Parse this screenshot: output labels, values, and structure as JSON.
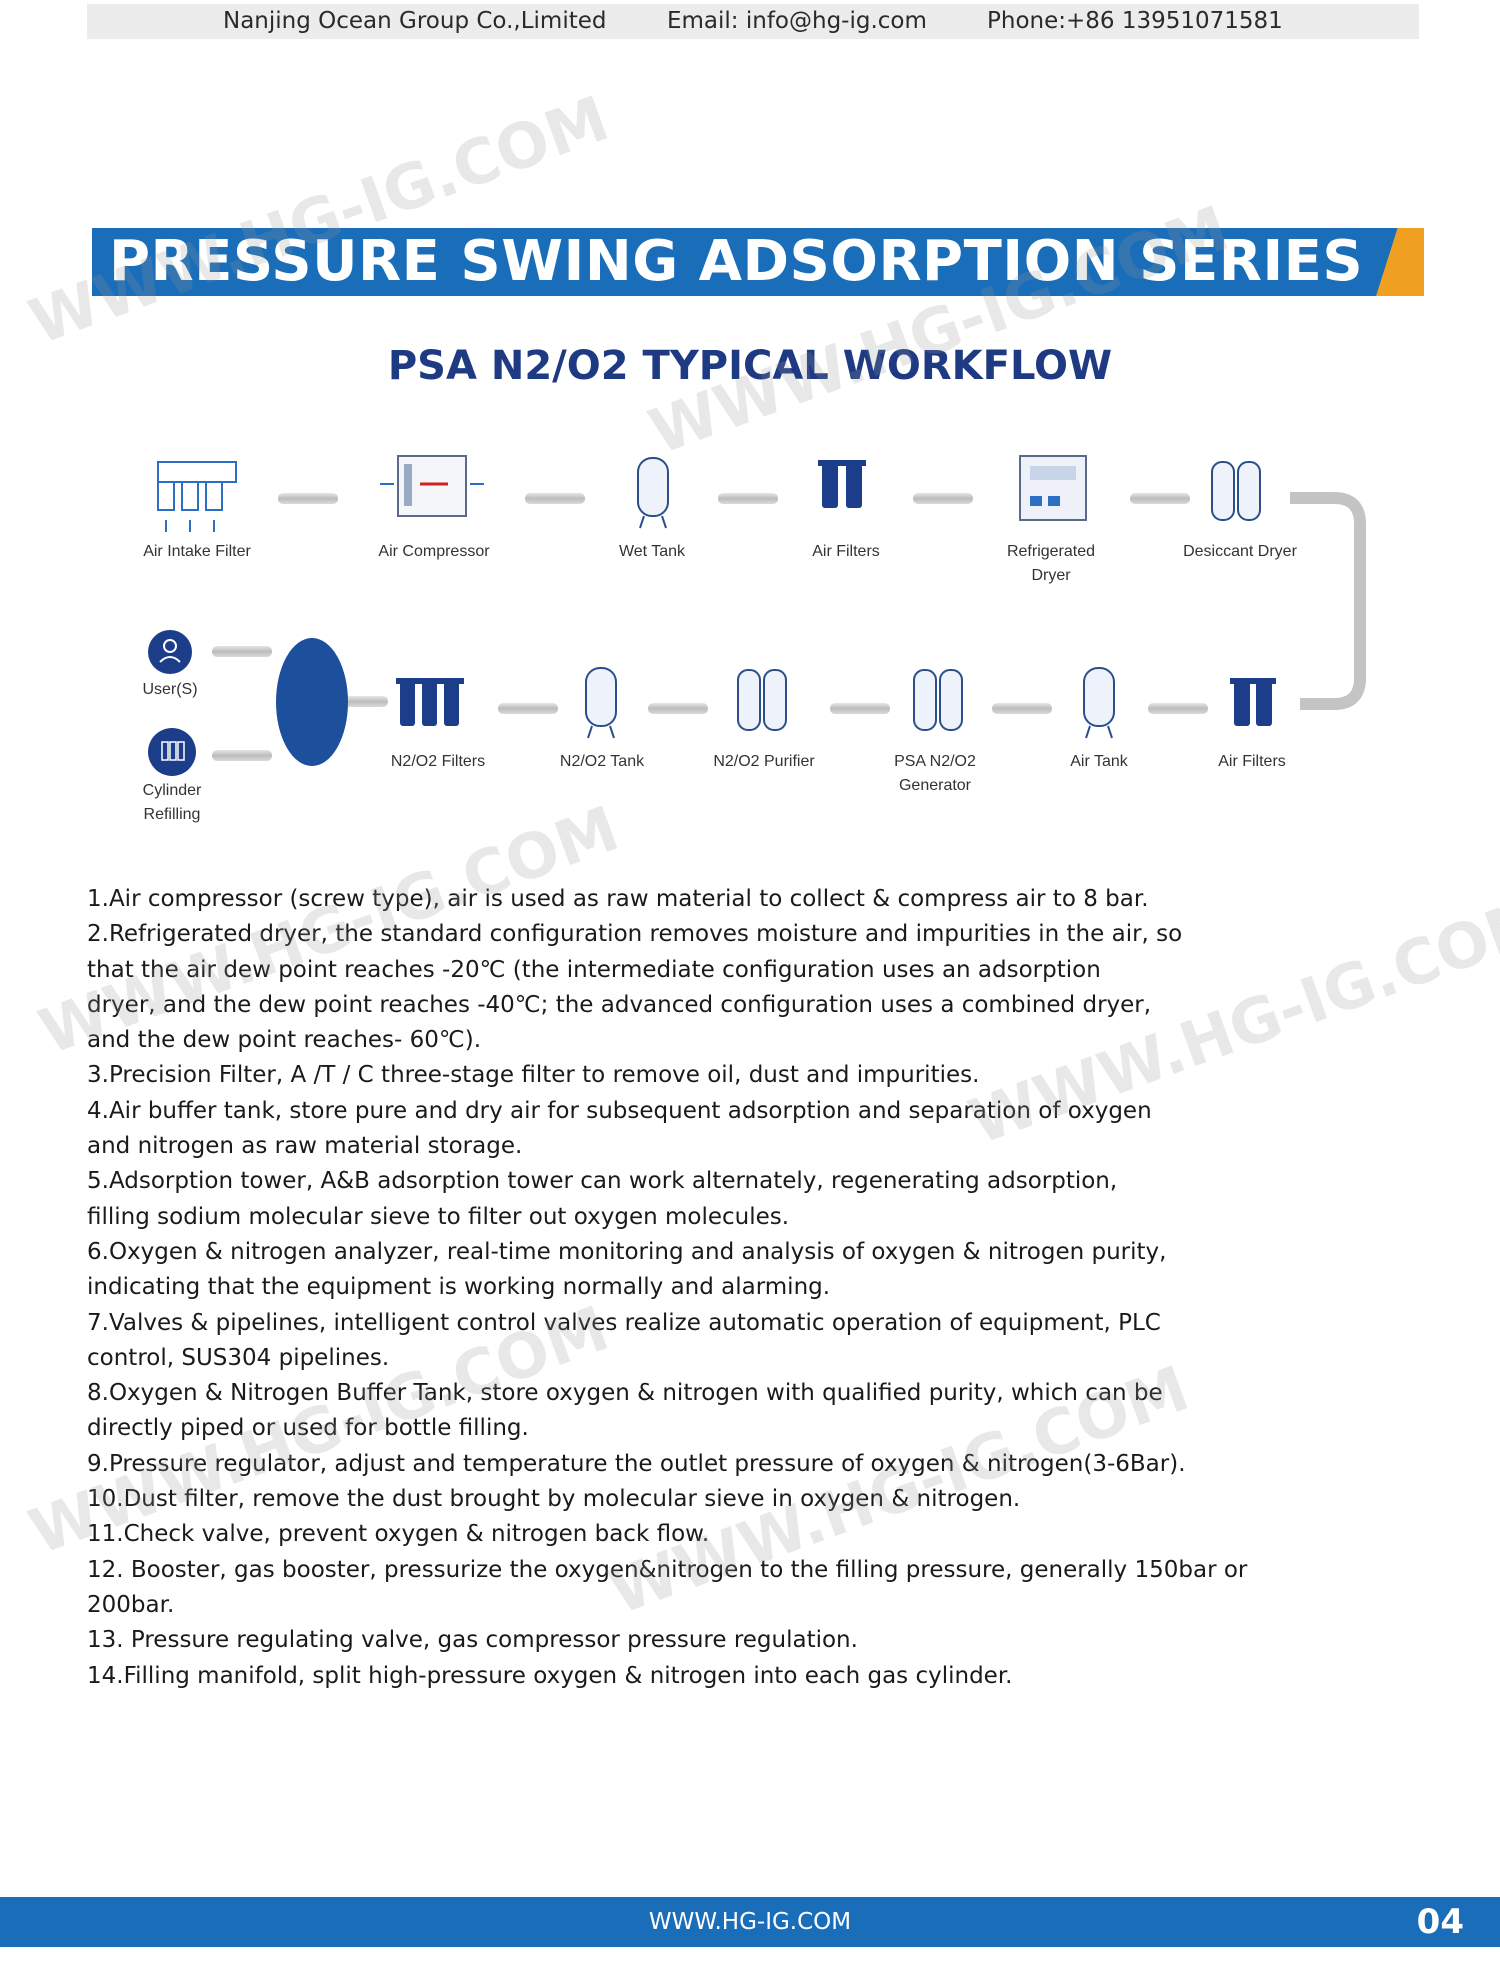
{
  "header": {
    "company": "Nanjing Ocean Group Co.,Limited",
    "email": "Email: info@hg-ig.com",
    "phone": "Phone:+86 13951071581"
  },
  "banner": {
    "title": "PRESSURE SWING ADSORPTION SERIES",
    "accent_color": "#f0a020",
    "bar_color": "#1a6db8"
  },
  "workflow": {
    "title": "PSA N2/O2 TYPICAL WORKFLOW",
    "top_row": [
      {
        "label": "Air Intake Filter",
        "icon": "air-intake-filter-icon"
      },
      {
        "label": "Air Compressor",
        "icon": "air-compressor-icon"
      },
      {
        "label": "Wet Tank",
        "icon": "wet-tank-icon"
      },
      {
        "label": "Air Filters",
        "icon": "air-filters-icon"
      },
      {
        "label": "Refrigerated Dryer",
        "icon": "refrigerated-dryer-icon"
      },
      {
        "label": "Desiccant Dryer",
        "icon": "desiccant-dryer-icon"
      }
    ],
    "bottom_row": [
      {
        "label": "N2/O2 Filters",
        "icon": "filters-icon"
      },
      {
        "label": "N2/O2 Tank",
        "icon": "tank-icon"
      },
      {
        "label": "N2/O2 Purifier",
        "icon": "purifier-icon"
      },
      {
        "label": "PSA N2/O2 Generator",
        "icon": "generator-icon"
      },
      {
        "label": "Air Tank",
        "icon": "air-tank-icon"
      },
      {
        "label": "Air Filters",
        "icon": "air-filters-icon"
      }
    ],
    "users": {
      "label": "User(S)",
      "icon": "user-icon"
    },
    "cylinder": {
      "label": "Cylinder Refilling",
      "icon": "cylinder-icon"
    }
  },
  "steps": [
    "1.Air compressor (screw type), air is used as raw material to collect & compress air to 8 bar.",
    "2.Refrigerated dryer, the standard configuration removes moisture and impurities in the air, so",
    "that the air dew point reaches -20℃ (the intermediate configuration uses an adsorption",
    "dryer, and the dew point reaches -40℃; the advanced configuration uses a combined dryer,",
    "and the dew point reaches- 60℃).",
    "3.Precision Filter, A /T / C three-stage filter to remove oil, dust and impurities.",
    "4.Air buffer tank, store pure and dry air for subsequent adsorption and separation of oxygen",
    "and nitrogen as raw material storage.",
    "5.Adsorption tower, A&B adsorption tower can work alternately, regenerating adsorption,",
    "filling sodium molecular sieve to filter out oxygen molecules.",
    "6.Oxygen & nitrogen analyzer, real-time monitoring and analysis of oxygen & nitrogen purity,",
    "indicating that the equipment is working normally and alarming.",
    "7.Valves & pipelines, intelligent control valves realize automatic operation of equipment, PLC",
    "control, SUS304 pipelines.",
    "8.Oxygen & Nitrogen Buffer Tank, store oxygen & nitrogen with qualified purity, which can be",
    "directly piped or used for bottle filling.",
    "9.Pressure regulator, adjust and temperature the outlet pressure of oxygen & nitrogen(3-6Bar).",
    "10.Dust filter, remove the dust brought by molecular sieve in oxygen & nitrogen.",
    "11.Check valve, prevent oxygen & nitrogen back flow.",
    "12. Booster, gas booster, pressurize the oxygen&nitrogen to the filling pressure, generally 150bar or",
    "200bar.",
    "13. Pressure regulating valve, gas compressor pressure regulation.",
    "14.Filling manifold, split high-pressure oxygen & nitrogen into each gas cylinder."
  ],
  "watermark": "WWW.HG-IG.COM",
  "footer": {
    "url": "WWW.HG-IG.COM",
    "page": "04"
  }
}
